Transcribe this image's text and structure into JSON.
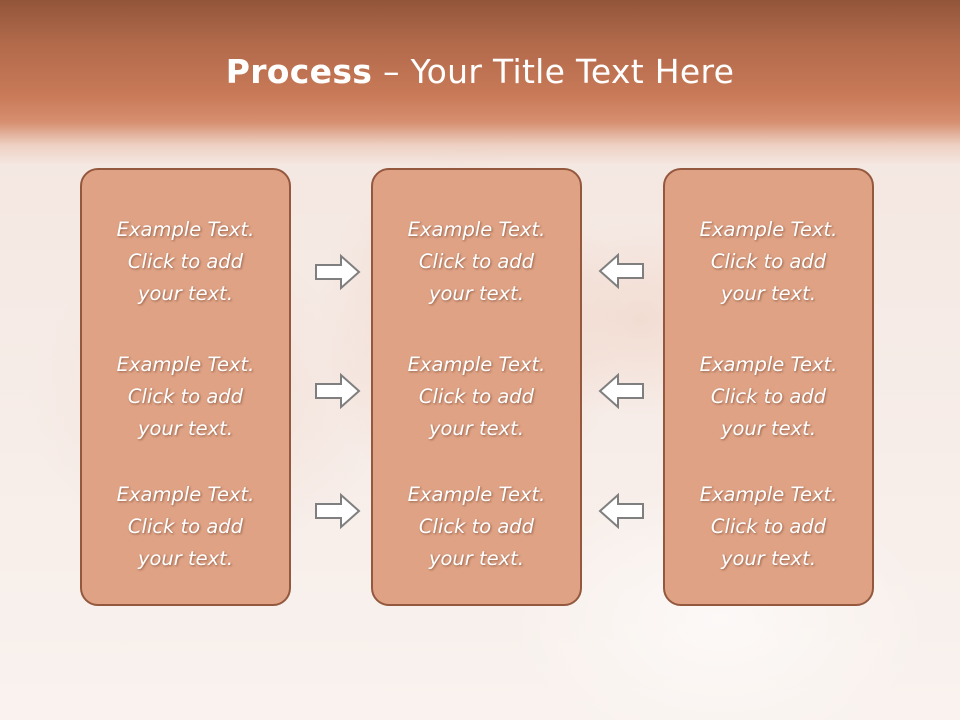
{
  "title": {
    "bold": "Process",
    "rest": " – Your Title Text Here"
  },
  "columns": [
    {
      "name": "left",
      "items": [
        {
          "l1": "Example Text.",
          "l2": "Click  to add",
          "l3": "your text."
        },
        {
          "l1": "Example Text.",
          "l2": "Click  to add",
          "l3": "your text."
        },
        {
          "l1": "Example Text.",
          "l2": "Click  to add",
          "l3": "your text."
        }
      ]
    },
    {
      "name": "center",
      "items": [
        {
          "l1": "Example Text.",
          "l2": "Click  to add",
          "l3": "your text."
        },
        {
          "l1": "Example Text.",
          "l2": "Click  to add",
          "l3": "your text."
        },
        {
          "l1": "Example Text.",
          "l2": "Click  to add",
          "l3": "your text."
        }
      ]
    },
    {
      "name": "right",
      "items": [
        {
          "l1": "Example Text.",
          "l2": "Click  to add",
          "l3": "your text."
        },
        {
          "l1": "Example Text.",
          "l2": "Click  to add",
          "l3": "your text."
        },
        {
          "l1": "Example Text.",
          "l2": "Click  to add",
          "l3": "your text."
        }
      ]
    }
  ],
  "arrows": {
    "left_group": "right-arrow-icon",
    "right_group": "left-arrow-icon"
  },
  "colors": {
    "title_band": "#c97a58",
    "panel_fill": "#dfa285",
    "panel_border": "#94583e",
    "text": "#ffffff",
    "arrow_stroke": "#7f7f7f"
  }
}
